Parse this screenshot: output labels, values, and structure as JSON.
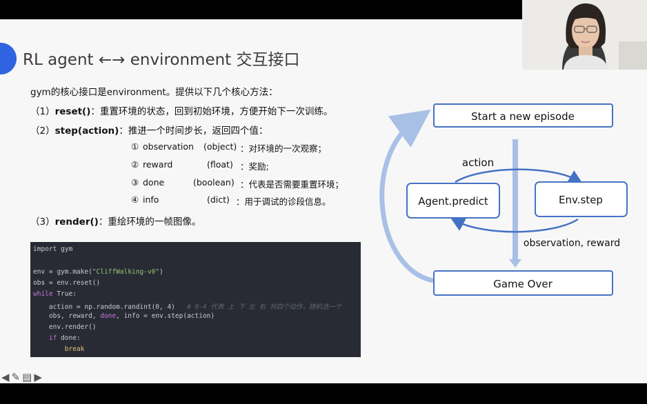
{
  "slide": {
    "title": "RL agent ←→ environment 交互接口",
    "intro": "gym的核心接口是environment。提供以下几个核心方法：",
    "items": [
      {
        "prefix": "（1）",
        "method": "reset()",
        "desc": "：重置环境的状态，回到初始环境，方便开始下一次训练。"
      },
      {
        "prefix": "（2）",
        "method": "step(action)",
        "desc": "：推进一个时间步长，返回四个值："
      },
      {
        "prefix": "（3）",
        "method": "render()",
        "desc": "：重绘环境的一帧图像。"
      }
    ],
    "returns": [
      {
        "num": "①",
        "name": "observation",
        "type": "(object)",
        "desc": "：对环境的一次观察；"
      },
      {
        "num": "②",
        "name": "reward",
        "type": "(float)",
        "desc": "：奖励;"
      },
      {
        "num": "③",
        "name": "done",
        "type": "(boolean)",
        "desc": "：代表是否需要重置环境；"
      },
      {
        "num": "④",
        "name": "info",
        "type": "(dict)",
        "desc": "：用于调试的诊段信息。"
      }
    ]
  },
  "code": {
    "l1": "import gym",
    "l3a": "env = gym.make(",
    "l3s": "\"CliffWalking-v0\"",
    "l3b": ")",
    "l4": "obs = env.reset()",
    "l5k": "while",
    "l5b": " True:",
    "l6a": "    action = np.random.randint(0, 4)",
    "l6c": "   # 0-4 代表 上 下 左 右 共四个动作，随机选一个",
    "l7a": "    obs, reward, ",
    "l7k": "done",
    "l7b": ", info = env.step(action)",
    "l8": "    env.render()",
    "l9a": "    ",
    "l9k": "if",
    "l9b": " done:",
    "l10a": "        ",
    "l10k": "break"
  },
  "diagram": {
    "start": "Start a new episode",
    "agent": "Agent.predict",
    "env": "Env.step",
    "over": "Game Over",
    "action_label": "action",
    "obs_label": "observation, reward"
  },
  "colors": {
    "accent": "#2f63e0",
    "box_border": "#4472c4",
    "arrow_light": "#a9c0e6",
    "code_bg": "#282b33"
  },
  "nav_icons": [
    "arrow-left-icon",
    "pen-icon",
    "menu-icon",
    "arrow-right-icon"
  ]
}
